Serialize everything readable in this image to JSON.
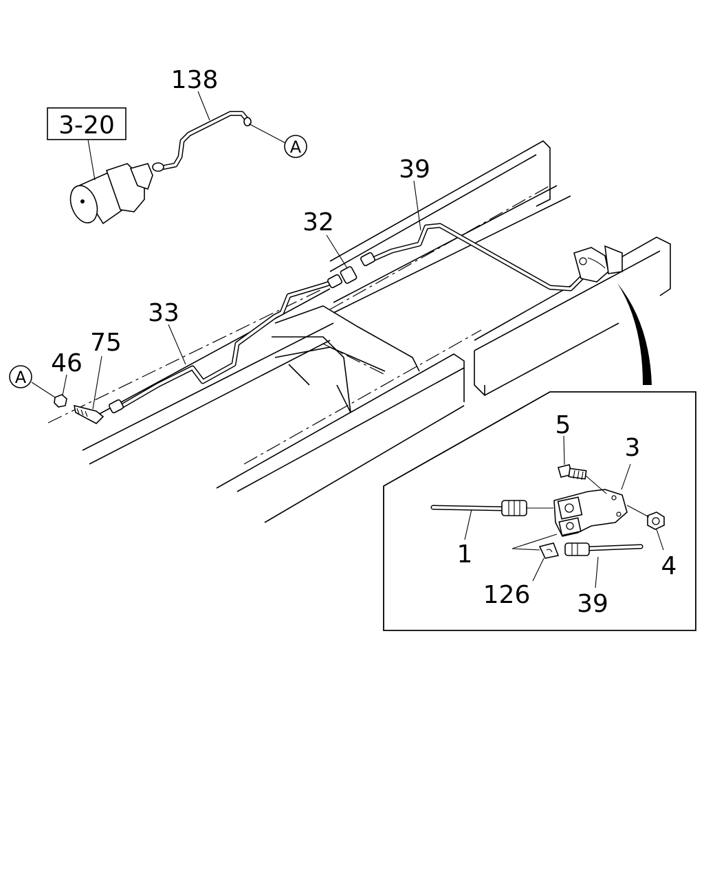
{
  "diagram": {
    "reference_box": "3-20",
    "connector_letter": "A",
    "callouts": {
      "p138": "138",
      "p39_top": "39",
      "p32": "32",
      "p33": "33",
      "p75": "75",
      "p46": "46",
      "p5": "5",
      "p3": "3",
      "p1": "1",
      "p4": "4",
      "p126": "126",
      "p39_inset": "39"
    }
  }
}
